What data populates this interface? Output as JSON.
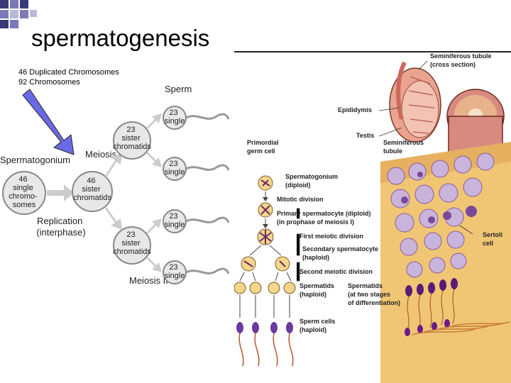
{
  "title": "spermatogenesis",
  "notes": {
    "line1": "46 Duplicated Chromosomes",
    "line2": "92 Chromosomes"
  },
  "left_diagram": {
    "spermatogonium_label": "Spermatogonium",
    "spermatogonium_cell": [
      "46",
      "single",
      "chromo-",
      "somes"
    ],
    "replication_label": [
      "Replication",
      "(interphase)"
    ],
    "primary_cell": [
      "46",
      "sister",
      "chromatids"
    ],
    "meiosis1_label": "Meiosis I",
    "meiosis2_label": "Meiosis II",
    "secondary_cell": [
      "23",
      "sister",
      "chromatids"
    ],
    "sperm_label": "Sperm",
    "sperm_cell": [
      "23",
      "single"
    ]
  },
  "right_diagram": {
    "seminiferous_tubule_cross": [
      "Seminiferous tubule",
      "(cross section)"
    ],
    "epididymis": "Epididymis",
    "testis": "Testis",
    "seminiferous_tubule": [
      "Seminiferous",
      "tubule"
    ],
    "primordial_germ_cell": [
      "Primordial",
      "germ cell"
    ],
    "spermatogonium": [
      "Spermatogonium",
      "(diploid)"
    ],
    "mitotic_division": "Mitotic division",
    "primary_spermatocyte": [
      "Primary spermatocyte (diploid)",
      "(in prophase of meiosis I)"
    ],
    "first_meiotic_division": "First meiotic division",
    "secondary_spermatocyte": [
      "Secondary spermatocyte",
      "(haploid)"
    ],
    "second_meiotic_division": "Second meiotic division",
    "spermatids": [
      "Spermatids",
      "(haploid)"
    ],
    "spermatids_stages": [
      "Spermatids",
      "(at two stages",
      "of differentiation)"
    ],
    "sperm_cells": [
      "Sperm cells",
      "(haploid)"
    ],
    "sertoli_cell": [
      "Sertoli",
      "cell"
    ]
  },
  "colors": {
    "deco_square": "#3a3a7a",
    "arrow_fill": "#6a6ae6",
    "cell_fill": "#e8e8e8",
    "tissue": "#f0c674",
    "tubule": "#d98a80",
    "chromosome": "#8b5a9e"
  }
}
